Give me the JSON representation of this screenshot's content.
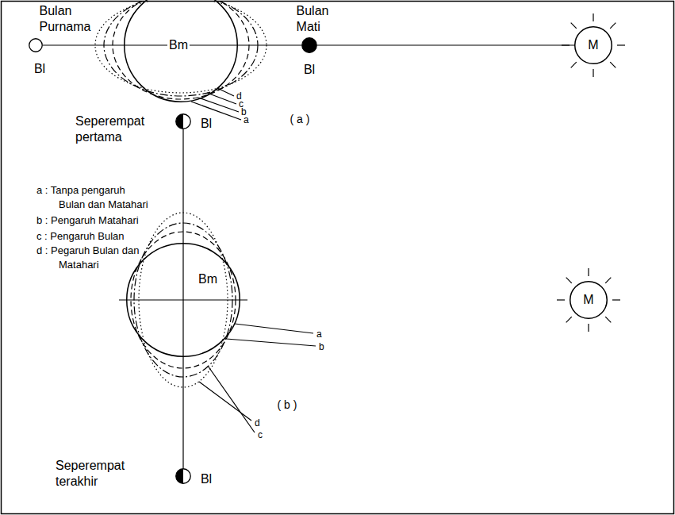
{
  "diagram": {
    "nodes": [
      {
        "text": [
          "Bulan Purnama",
          "Bl"
        ]
      },
      {
        "text": [
          "Bm"
        ]
      },
      {
        "text": [
          "Bulan Mati",
          "Bl"
        ]
      },
      {
        "text": [
          "M"
        ]
      },
      {
        "text": [
          "Seperempat pertama",
          "Bl"
        ]
      },
      {
        "text": [
          "Bm"
        ]
      },
      {
        "text": [
          "M"
        ]
      },
      {
        "text": [
          "Seperempat terakhir",
          "Bl"
        ]
      }
    ],
    "edges": [
      {
        "from": 0,
        "to": 1,
        "arrow": "none"
      },
      {
        "from": 1,
        "to": 2,
        "arrow": "none"
      },
      {
        "from": 2,
        "to": 3,
        "arrow": "none"
      },
      {
        "from": 4,
        "to": 5,
        "arrow": "none"
      },
      {
        "from": 5,
        "to": 7,
        "arrow": "none"
      }
    ],
    "labels": [
      "d",
      "c",
      "b",
      "a",
      "( a )",
      "a",
      "b",
      "d",
      "c",
      "( b )"
    ],
    "legend": [
      {
        "text": "a : Tanpa pengaruh Bulan dan Matahari"
      },
      {
        "text": "b : Pengaruh Matahari"
      },
      {
        "text": "c : Pengaruh Bulan"
      },
      {
        "text": "d : Pegaruh Bulan dan Matahari"
      }
    ]
  }
}
